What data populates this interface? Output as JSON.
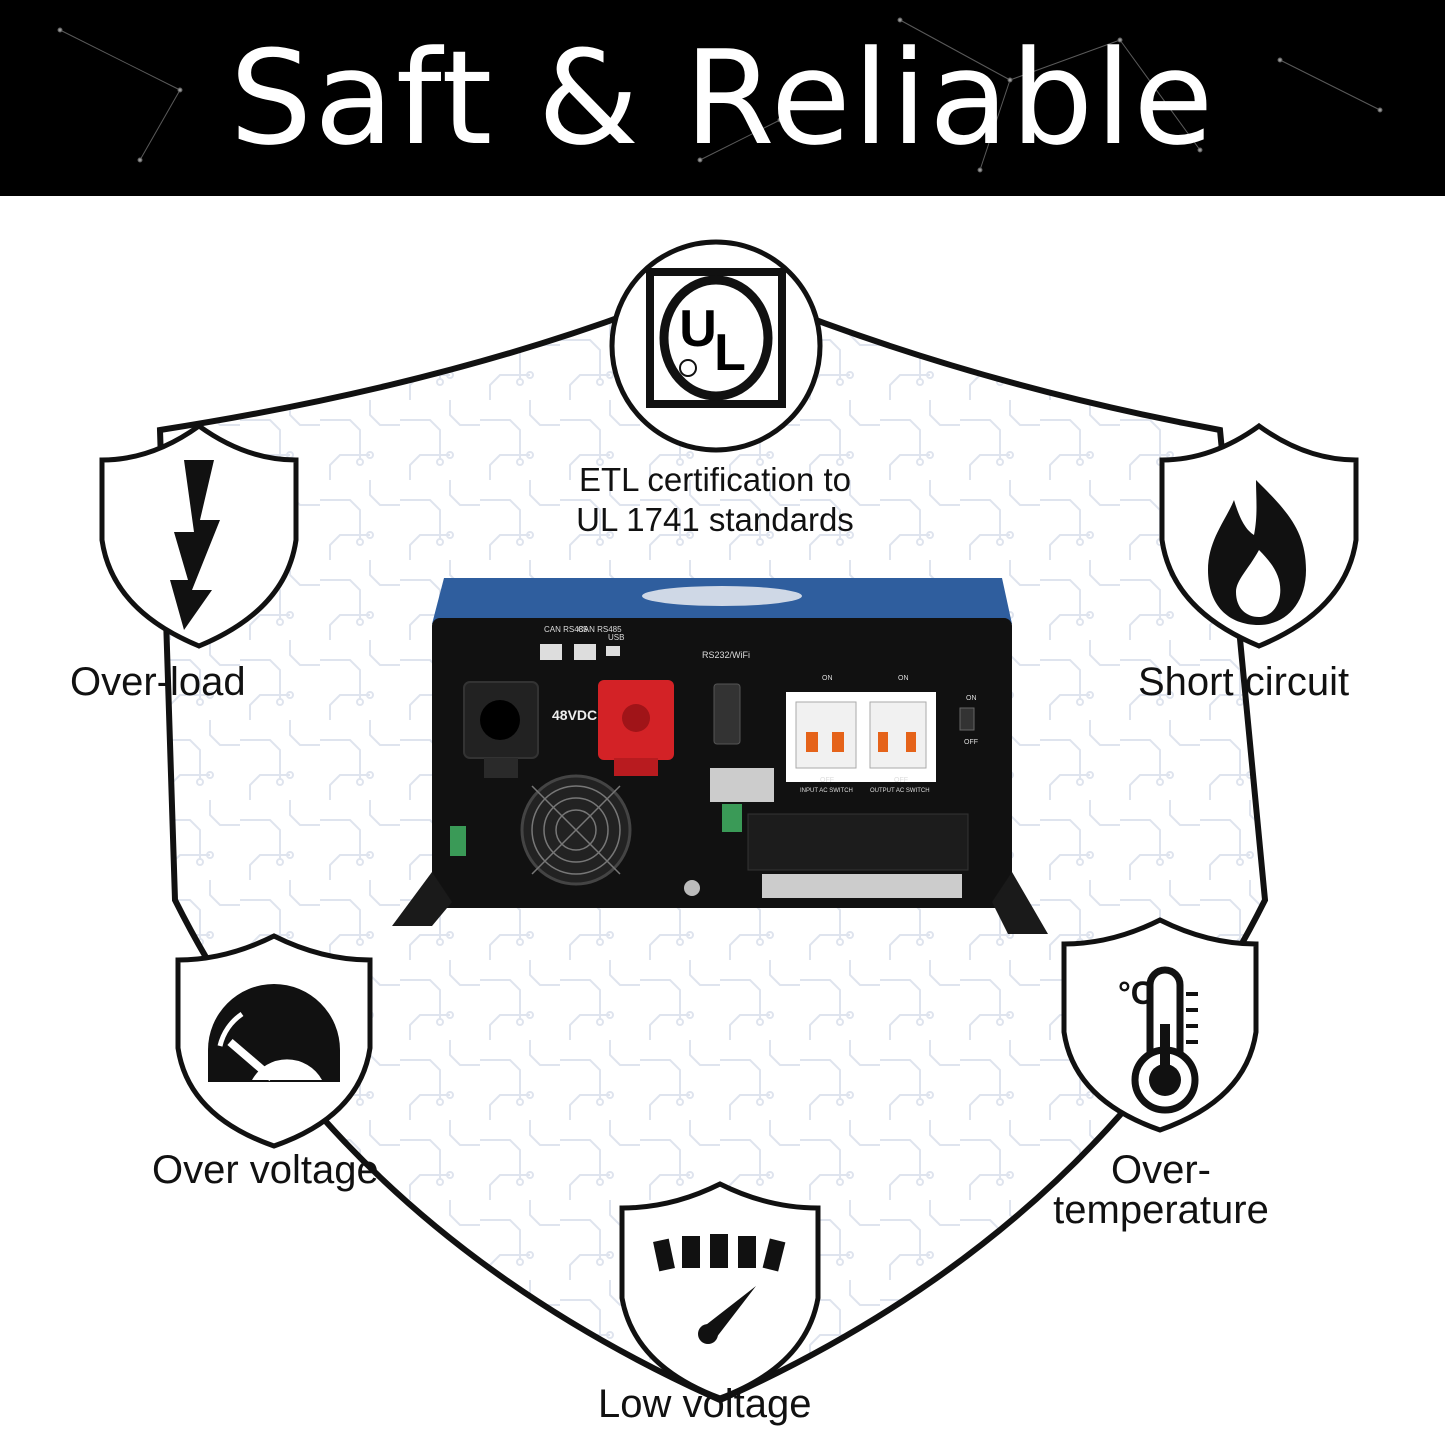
{
  "banner": {
    "title": "Saft & Reliable"
  },
  "certification": {
    "line1": "ETL certification to",
    "line2": "UL 1741 standards"
  },
  "features": {
    "over_load": "Over-load",
    "short_circuit": "Short circuit",
    "over_voltage": "Over voltage",
    "over_temp_line1": "Over-",
    "over_temp_line2": "temperature",
    "low_voltage": "Low voltage"
  },
  "device": {
    "port1": "CAN RS485",
    "port2": "CAN RS485",
    "usb": "USB",
    "rs232": "RS232/WiFi",
    "dc": "48VDC",
    "on1": "ON",
    "on2": "ON",
    "off1": "OFF",
    "off2": "OFF",
    "input_switch": "INPUT AC SWITCH",
    "output_switch": "OUTPUT AC SWITCH",
    "power_on": "ON",
    "power_off": "OFF"
  },
  "colors": {
    "banner_bg": "#000000",
    "device_body": "#111111",
    "device_top": "#2f5e9e",
    "dc_terminal": "#d32226"
  },
  "icons": [
    "ul-logo-icon",
    "lightning-icon",
    "flame-icon",
    "gauge-icon",
    "thermometer-icon",
    "low-voltage-gauge-icon"
  ]
}
